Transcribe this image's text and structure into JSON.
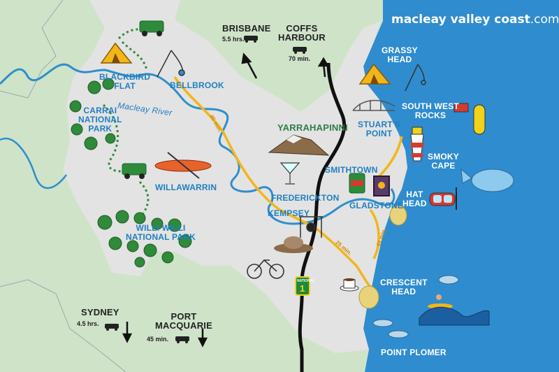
{
  "site": {
    "brand_bold": "macleay valley coast",
    "brand_thin": ".com.au"
  },
  "places": {
    "blackbird_flat": "BLACKBIRD\nFLAT",
    "bellbrook": "BELLBROOK",
    "carrai": "CARRAI\nNATIONAL\nPARK",
    "willawarrin": "WILLAWARRIN",
    "willi_willi": "WILLI WILLI\nNATIONAL PARK",
    "yarrahapinni": "YARRAHAPINNI",
    "smithtown": "SMITHTOWN",
    "frederickton": "FREDERICKTON",
    "kempsey": "KEMPSEY",
    "gladstone": "GLADSTONE",
    "stuarts_point": "STUART'S\nPOINT",
    "south_west_rocks": "SOUTH WEST\nROCKS",
    "grassy_head": "GRASSY\nHEAD",
    "smoky_cape": "SMOKY\nCAPE",
    "hat_head": "HAT\nHEAD",
    "crescent_head": "CRESCENT\nHEAD",
    "point_plomer": "POINT PLOMER",
    "macleay_river": "Macleay River"
  },
  "directions": {
    "brisbane": {
      "name": "BRISBANE",
      "time": "5.5 hrs."
    },
    "coffs": {
      "name": "COFFS\nHARBOUR",
      "time": "70 min."
    },
    "sydney": {
      "name": "SYDNEY",
      "time": "4.5 hrs."
    },
    "port_macquarie": {
      "name": "PORT\nMACQUARIE",
      "time": "45 min."
    }
  },
  "travel_times": {
    "bellbrook_kempsey": "45 min.",
    "kempsey_crescent": "25 min.",
    "hat_head": "45 min."
  },
  "highway_shield": {
    "top": "NATIONAL",
    "number": "1"
  },
  "colors": {
    "ocean": "#2f8ccf",
    "land": "#e3e3e3",
    "outer": "#cfe3c9",
    "river": "#2d8fcc",
    "road": "#f2b619",
    "highway": "#111111",
    "label": "#1f7fc1"
  },
  "icons": [
    "tent-icon",
    "jeep-icon",
    "fishing-rod-icon",
    "tree-icon",
    "kayak-icon",
    "mountain-icon",
    "cocktail-icon",
    "jam-jar-icon",
    "painting-icon",
    "hat-icon",
    "bicycle-icon",
    "coffee-icon",
    "bridge-icon",
    "lighthouse-icon",
    "scuba-icon",
    "whale-icon",
    "snorkel-mask-icon",
    "surfer-icon",
    "dolphin-icon",
    "wave-icon",
    "car-icon",
    "arrow-icon"
  ]
}
